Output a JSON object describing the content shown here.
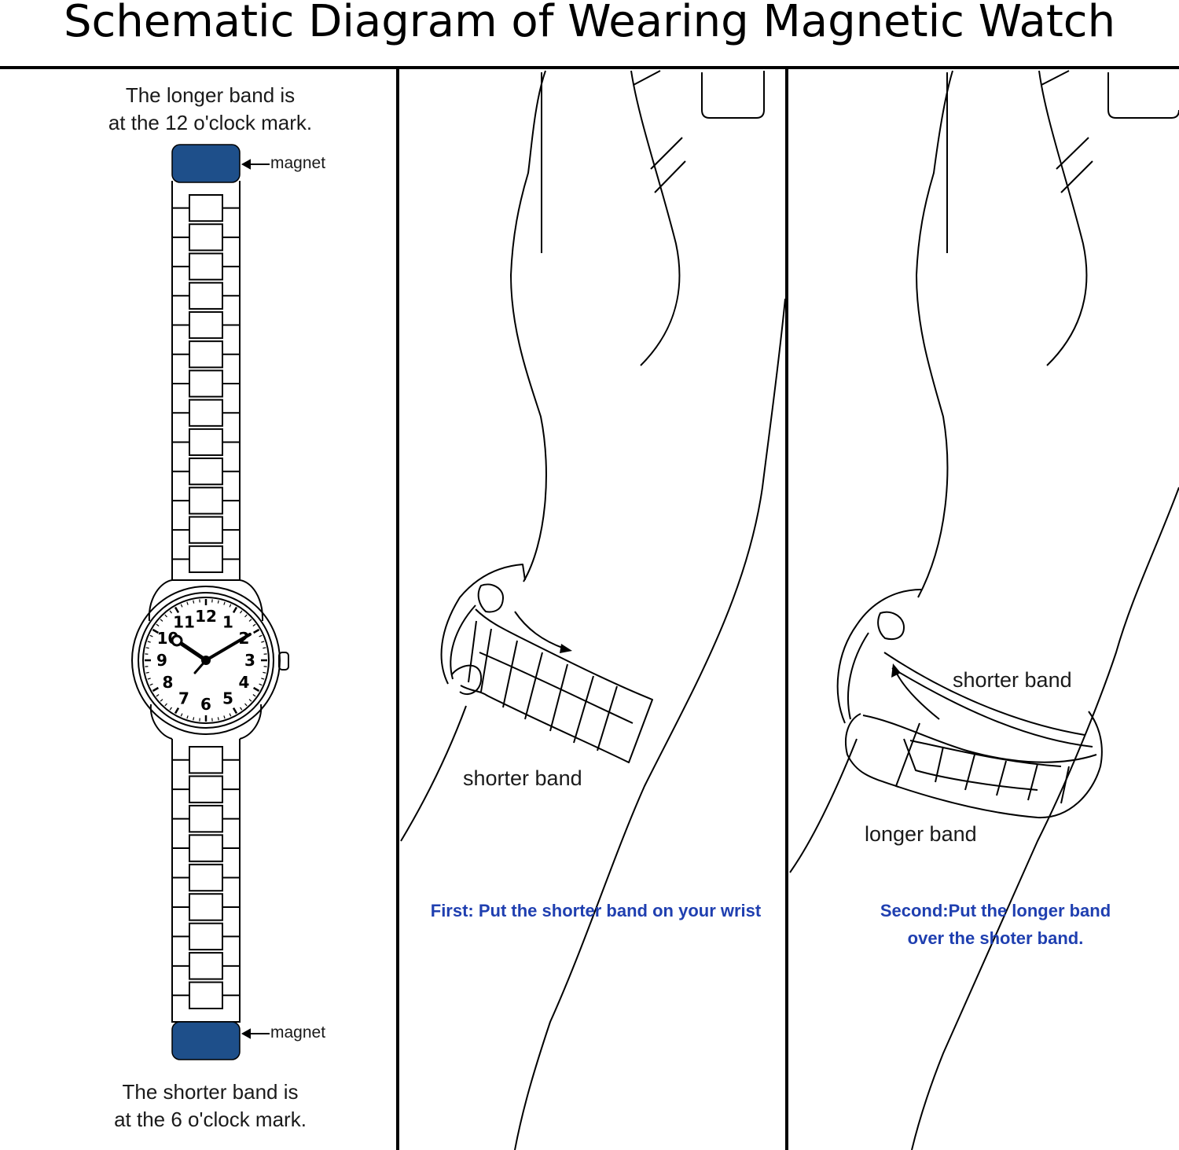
{
  "title": "Schematic Diagram of Wearing Magnetic Watch",
  "colors": {
    "magnet": "#1e4f8a",
    "step_text": "#1f3fb0",
    "line": "#000000"
  },
  "panel_watch": {
    "top_caption_line1": "The longer band is",
    "top_caption_line2": "at the 12 o'clock mark.",
    "magnet_label_top": "magnet",
    "magnet_label_bottom": "magnet",
    "bottom_caption_line1": "The shorter band is",
    "bottom_caption_line2": "at the 6 o'clock mark.",
    "dial_numbers": [
      "12",
      "1",
      "2",
      "3",
      "4",
      "5",
      "6",
      "7",
      "8",
      "9",
      "10",
      "11"
    ]
  },
  "panel_step1": {
    "band_label": "shorter band",
    "instruction": "First: Put the shorter band on your wrist"
  },
  "panel_step2": {
    "label_shorter": "shorter band",
    "label_longer": "longer band",
    "instruction_line1": "Second:Put the longer band",
    "instruction_line2": "over the shoter band."
  }
}
